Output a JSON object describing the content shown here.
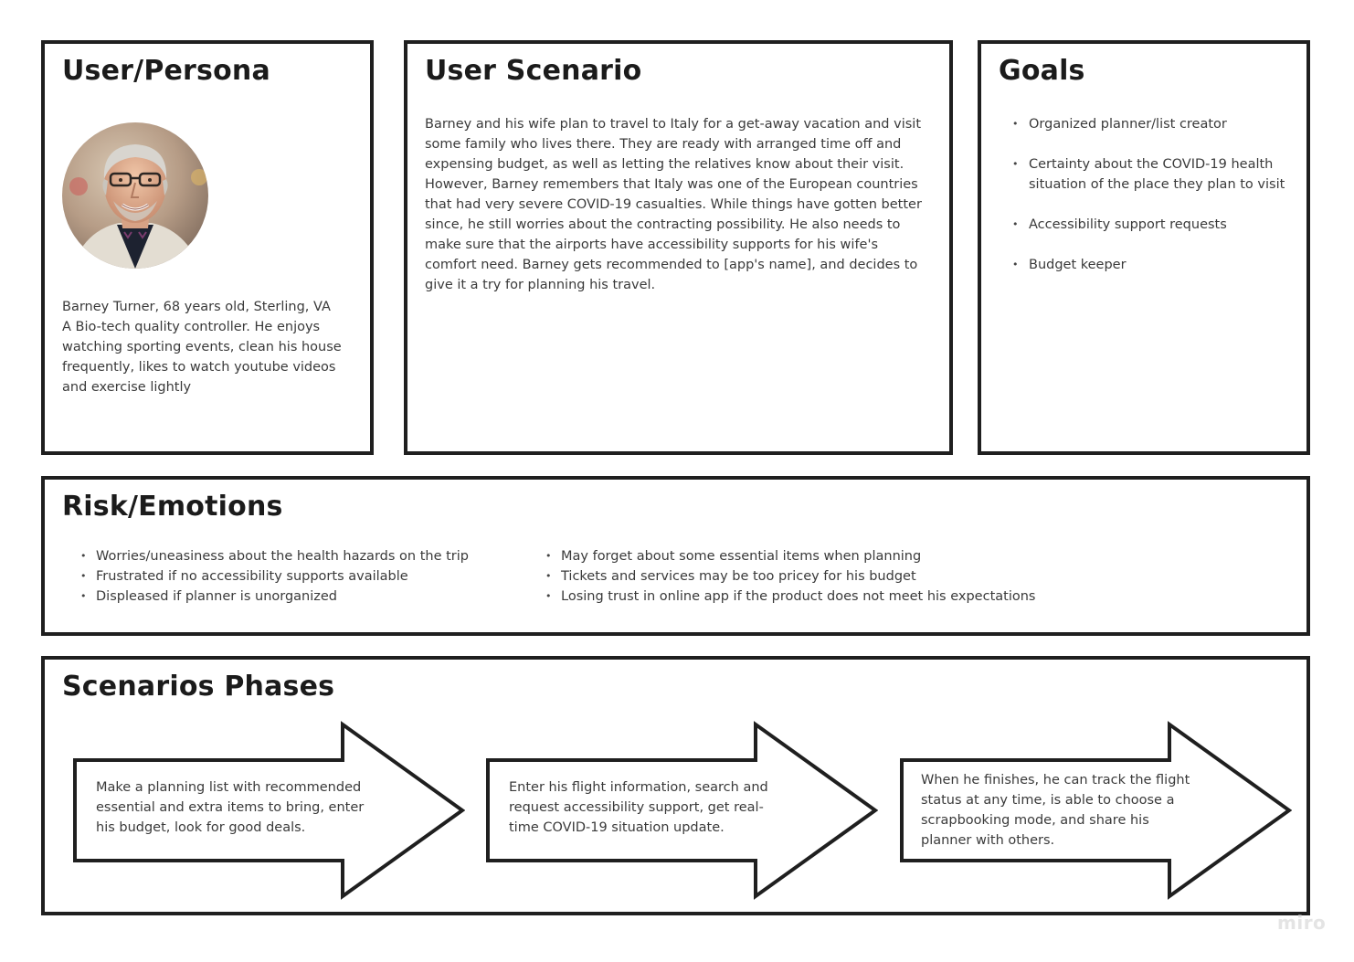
{
  "persona": {
    "title": "User/Persona",
    "photo_alt": "Photo of Barney Turner",
    "description": [
      "Barney Turner, 68 years old, Sterling, VA",
      "A Bio-tech quality controller. He enjoys watching sporting events, clean his house frequently, likes to watch youtube videos and exercise lightly"
    ]
  },
  "scenario": {
    "title": "User Scenario",
    "text": "Barney and his wife plan to travel to Italy for a get-away vacation and visit some family who lives there. They are ready with arranged time off and expensing budget, as well as letting the relatives know about their visit. However, Barney remembers that Italy was one of the European countries that had very severe COVID-19 casualties. While things have gotten better since, he still worries about the contracting possibility. He also needs to make sure that the airports have accessibility supports for his wife's comfort need. Barney gets recommended to [app's name], and decides to give it a try for planning his travel."
  },
  "goals": {
    "title": "Goals",
    "items": [
      "Organized planner/list creator",
      "Certainty about the COVID-19 health situation of the place they plan to visit",
      "Accessibility support requests",
      "Budget keeper"
    ]
  },
  "risk": {
    "title": "Risk/Emotions",
    "left_items": [
      "Worries/uneasiness about the health hazards on the trip",
      "Frustrated if no accessibility supports available",
      "Displeased if planner is unorganized"
    ],
    "right_items": [
      "May forget about some essential items when planning",
      "Tickets and services may be too pricey for his budget",
      "Losing trust in online app if the product does not meet his expectations"
    ]
  },
  "phases": {
    "title": "Scenarios Phases",
    "steps": [
      "Make a planning list with recommended essential and extra items to bring, enter his budget, look for good deals.",
      "Enter his flight information, search and request accessibility support, get real-time COVID-19 situation update.",
      "When he finishes, he can track the flight status at any time, is able to choose a scrapbooking mode, and share his planner with others."
    ]
  },
  "watermark": "miro",
  "colors": {
    "border": "#1f1f1f",
    "text": "#3a3a3a",
    "title": "#1b1b1b",
    "watermark": "#e4e4e4"
  }
}
